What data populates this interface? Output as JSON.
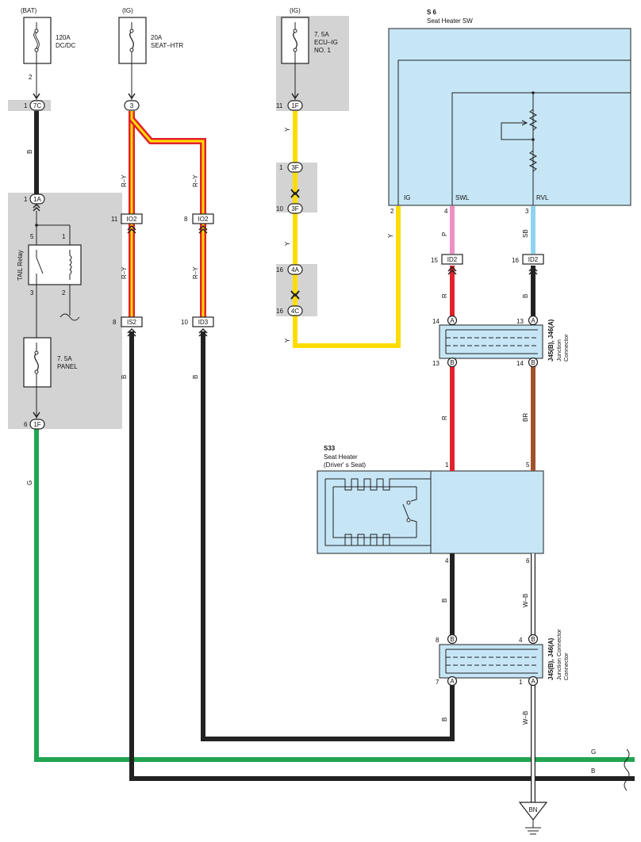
{
  "colors": {
    "wire_B": "#222222",
    "wire_G": "#21a550",
    "wire_Y": "#ffdd00",
    "wire_R": "#e3212b",
    "wire_P": "#ef8fc4",
    "wire_SB": "#8fd3f2",
    "wire_BR": "#a0522d",
    "wire_WB": "#ffffff",
    "shade": "#d3d3d3",
    "component_fill": "#c6e6f6"
  },
  "fuses": {
    "f1": {
      "supply": "(BAT)",
      "rating": "120A",
      "name": "DC/DC",
      "pin": "2"
    },
    "f2": {
      "supply": "(IG)",
      "rating": "20A",
      "name": "SEAT–HTR"
    },
    "f3": {
      "supply": "(IG)",
      "rating": "7. 5A",
      "name": "ECU–IG",
      "name2": "NO. 1",
      "pin": "11",
      "conn": "1F"
    },
    "f4": {
      "rating": "7. 5A",
      "name": "PANEL"
    }
  },
  "relay": {
    "name": "TAIL Relay",
    "p5": "5",
    "p1": "1",
    "p3": "3",
    "p2": "2"
  },
  "connectors": {
    "c7c": {
      "pin": "1",
      "label": "7C"
    },
    "c1a": {
      "pin": "1",
      "label": "1A"
    },
    "c1f": {
      "pin": "6",
      "label": "1F"
    },
    "c3": {
      "label": "3"
    },
    "io2a": {
      "pin": "11",
      "label": "IO2"
    },
    "io2b": {
      "pin": "8",
      "label": "IO2"
    },
    "is2": {
      "pin": "8",
      "label": "IS2"
    },
    "id3": {
      "pin": "10",
      "label": "ID3"
    },
    "c3f1": {
      "pin": "1",
      "label": "3F"
    },
    "c3f2": {
      "pin": "10",
      "label": "3F"
    },
    "c4a": {
      "pin": "16",
      "label": "4A"
    },
    "c4c": {
      "pin": "16",
      "label": "4C"
    },
    "id2a": {
      "pin": "15",
      "label": "ID2"
    },
    "id2b": {
      "pin": "16",
      "label": "ID2"
    }
  },
  "wire_labels": {
    "b1": "B",
    "b2": "B",
    "g1": "G",
    "ry1": "R–Y",
    "ry2": "R–Y",
    "ry3": "R–Y",
    "ry4": "R–Y",
    "y1": "Y",
    "y2": "Y",
    "y3": "Y",
    "y4": "Y",
    "p": "P",
    "sb": "SB",
    "r1": "R",
    "b3": "B",
    "r2": "R",
    "br": "BR",
    "b4": "B",
    "wb1": "W–B",
    "b5": "B",
    "wb2": "W–B",
    "bus_g": "G",
    "bus_b": "B"
  },
  "switch": {
    "code": "S 6",
    "name": "Seat Heater SW",
    "pins": {
      "ig_no": "2",
      "ig": "IG",
      "swl_no": "4",
      "swl": "SWL",
      "rvl_no": "3",
      "rvl": "RVL"
    }
  },
  "jc1": {
    "code": "J45(B), J46(A)",
    "desc1": "Junction",
    "desc2": "Connector",
    "pins": {
      "tl": "14",
      "tl_t": "A",
      "tr": "13",
      "tr_t": "A",
      "bl": "13",
      "bl_t": "B",
      "br": "14",
      "br_t": "B"
    }
  },
  "jc2": {
    "code": "J45(B), J46(A)",
    "desc1": "Junction Connector",
    "desc2": "Connector",
    "pins": {
      "tl": "8",
      "tl_t": "B",
      "tr": "4",
      "tr_t": "B",
      "bl": "7",
      "bl_t": "A",
      "br": "1",
      "br_t": "A"
    }
  },
  "heater": {
    "code": "S33",
    "name": "Seat Heater",
    "name2": "(Driver' s Seat)",
    "pins": {
      "p1": "1",
      "p5": "5",
      "p4": "4",
      "p6": "6"
    }
  },
  "ground": {
    "label": "BN"
  }
}
